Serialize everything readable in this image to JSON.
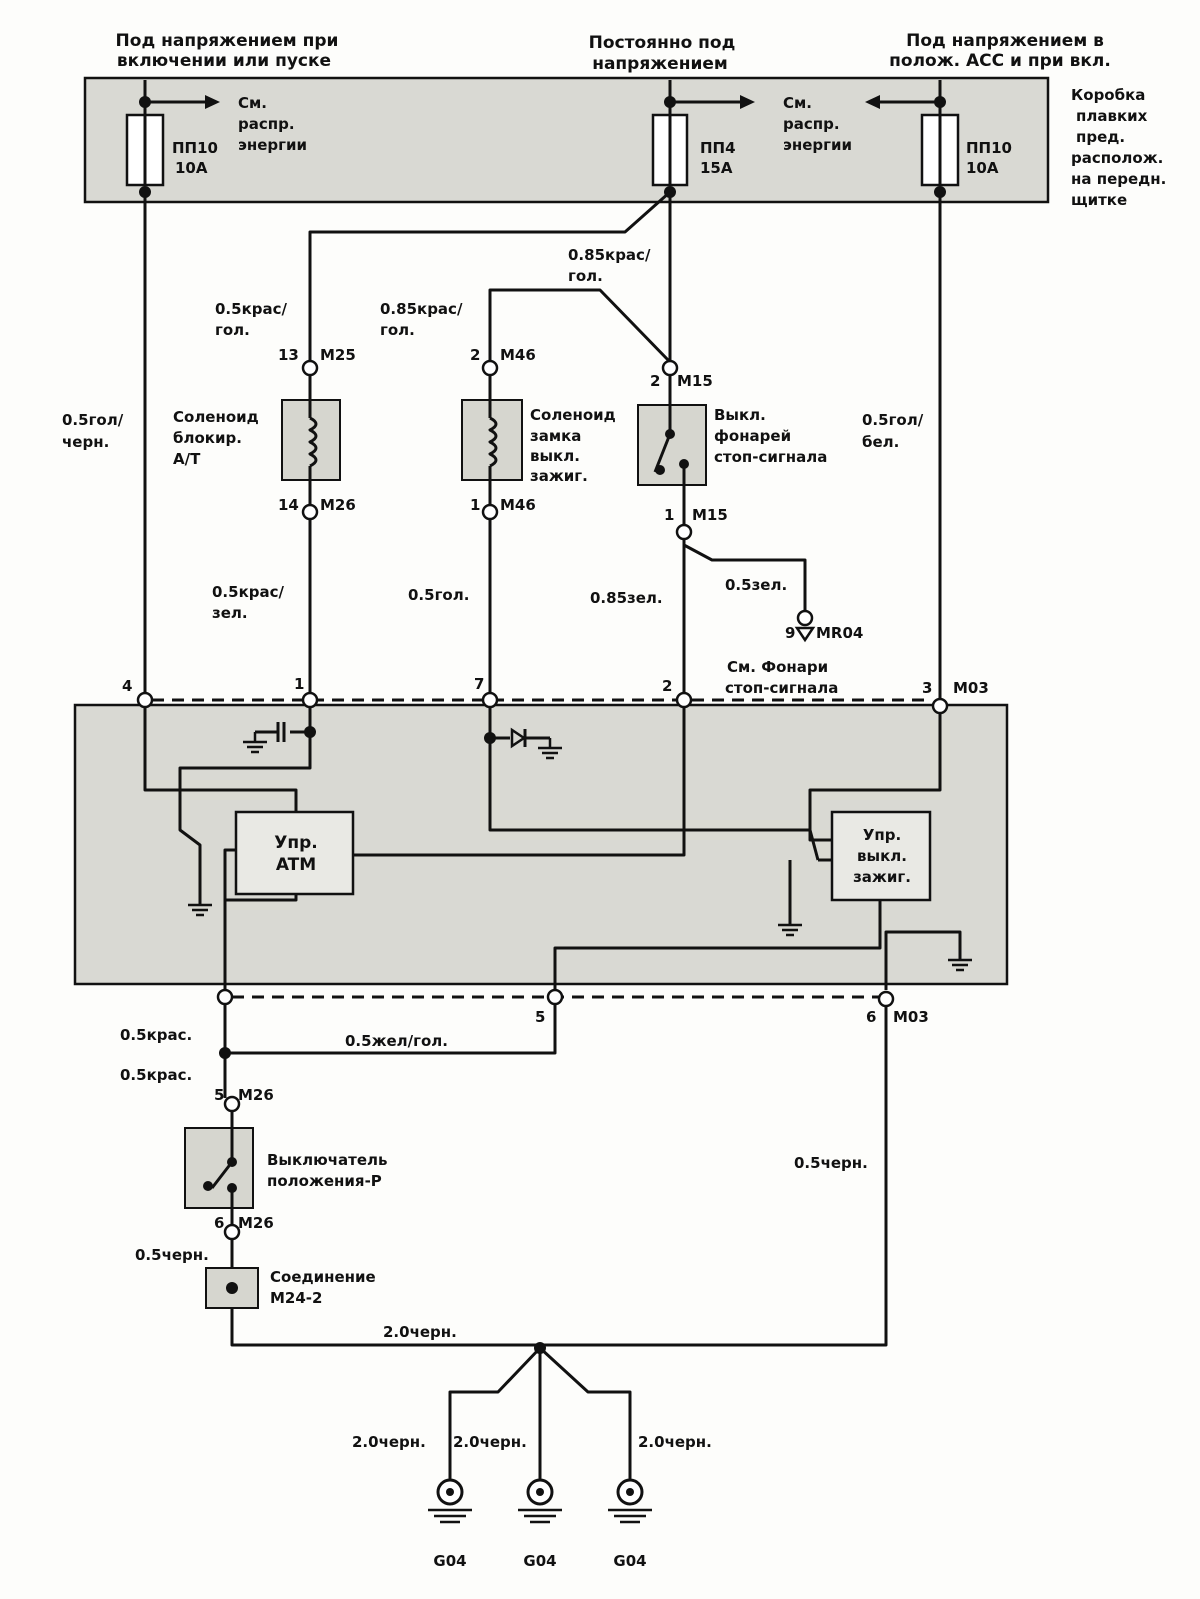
{
  "top": {
    "left_line1": "Под напряжением при",
    "left_line2": "включении или пуске",
    "mid_line1": "Постоянно под",
    "mid_line2": "напряжением",
    "right_line1": "Под напряжением в",
    "right_line2": "полож. АСС и при вкл."
  },
  "fusebox": {
    "lines": [
      "Коробка",
      "плавких",
      "пред.",
      "располож.",
      "на передн.",
      "щитке"
    ],
    "fuse_left": {
      "name": "ПП10",
      "rating": "10A"
    },
    "fuse_mid": {
      "name": "ПП4",
      "rating": "15A"
    },
    "fuse_right": {
      "name": "ПП10",
      "rating": "10A"
    },
    "see_left": [
      "См.",
      "распр.",
      "энергии"
    ],
    "see_right": [
      "См.",
      "распр.",
      "энергии"
    ]
  },
  "wires": {
    "w_left": [
      "0.5гол/",
      "черн."
    ],
    "w_atlock": [
      "0.5крас/",
      "гол."
    ],
    "w_ign": [
      "0.85крас/",
      "гол."
    ],
    "w_mid": [
      "0.85крас/",
      "гол."
    ],
    "w_right": [
      "0.5гол/",
      "бел."
    ],
    "w_atlock_bot": [
      "0.5крас/",
      "зел."
    ],
    "w_ign_bot": "0.5гол.",
    "w_stop_bot": "0.85зел.",
    "w_stop_branch": "0.5зел.",
    "w_red1": "0.5крас.",
    "w_yel": "0.5жел/гол.",
    "w_red2": "0.5крас.",
    "w_black_r": "0.5черн.",
    "w_black_l": "0.5черн.",
    "w_gnd_main": "2.0черн.",
    "w_g1": "2.0черн.",
    "w_g2": "2.0черн.",
    "w_g3": "2.0черн."
  },
  "components": {
    "at_solenoid": [
      "Соленоид",
      "блокир.",
      "А/Т"
    ],
    "ign_solenoid": [
      "Соленоид",
      "замка",
      "выкл.",
      "зажиг."
    ],
    "stop_switch": [
      "Выкл.",
      "фонарей",
      "стоп-сигнала"
    ],
    "p_switch": [
      "Выключатель",
      "положения-Р"
    ],
    "joint": [
      "Соединение",
      "M24-2"
    ],
    "see_stop": [
      "См. Фонари",
      "стоп-сигнала"
    ],
    "atm_ctrl": [
      "Упр.",
      "ATM"
    ],
    "ign_ctrl": [
      "Упр.",
      "выкл.",
      "зажиг."
    ]
  },
  "connectors": {
    "m25_pin": "13",
    "m25": "M25",
    "m26a_pin": "14",
    "m26a": "M26",
    "m46a_pin": "2",
    "m46a": "M46",
    "m46b_pin": "1",
    "m46b": "M46",
    "m15a_pin": "2",
    "m15a": "M15",
    "m15b_pin": "1",
    "m15b": "M15",
    "mr04_pin": "9",
    "mr04": "MR04",
    "p4": "4",
    "p1": "1",
    "p7": "7",
    "p2": "2",
    "p3": "3",
    "m03_top": "M03",
    "p5": "5",
    "p6": "6",
    "m03_bot": "M03",
    "m26b_pin": "5",
    "m26b": "M26",
    "m26c_pin": "6",
    "m26c": "M26",
    "g1": "G04",
    "g2": "G04",
    "g3": "G04"
  }
}
